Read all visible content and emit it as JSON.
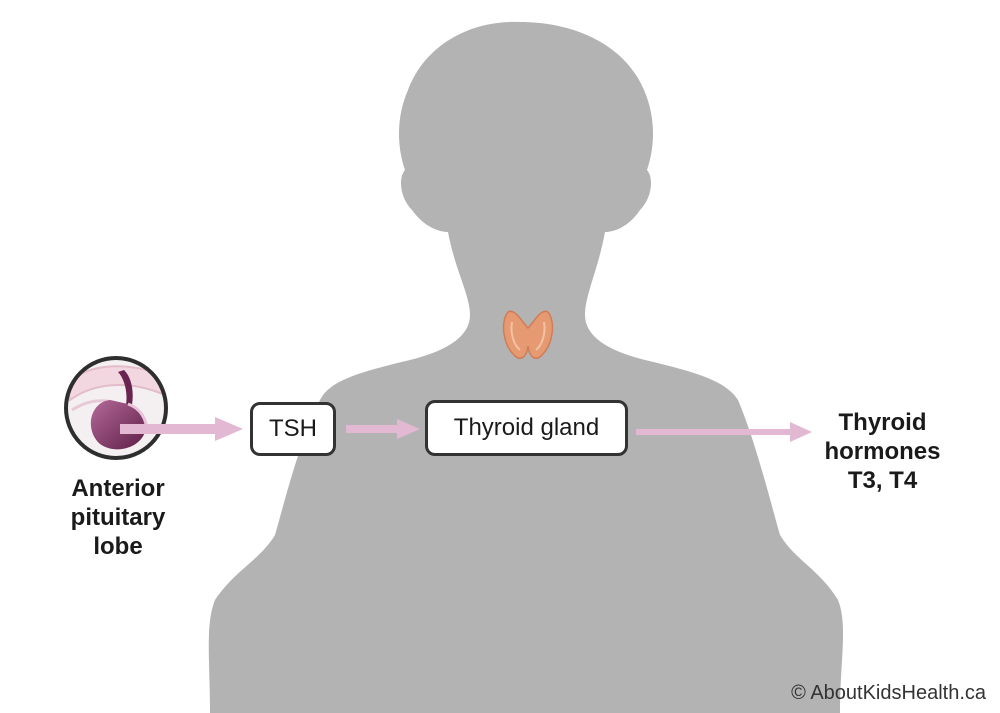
{
  "diagram": {
    "source_label": [
      "Anterior",
      "pituitary",
      "lobe"
    ],
    "hormone_box": "TSH",
    "gland_box": "Thyroid gland",
    "output_label": [
      "Thyroid",
      "hormones",
      "T3, T4"
    ],
    "credit": "© AboutKidsHealth.ca"
  },
  "colors": {
    "silhouette": "#b3b3b3",
    "arrow": "#e3b8d3",
    "thyroid": "#e59a72",
    "pituitary": "#7a2c5c",
    "box_border": "#333333"
  },
  "icons": [
    "body-silhouette",
    "thyroid-gland-icon",
    "pituitary-gland-icon",
    "arrow-right-icon"
  ]
}
